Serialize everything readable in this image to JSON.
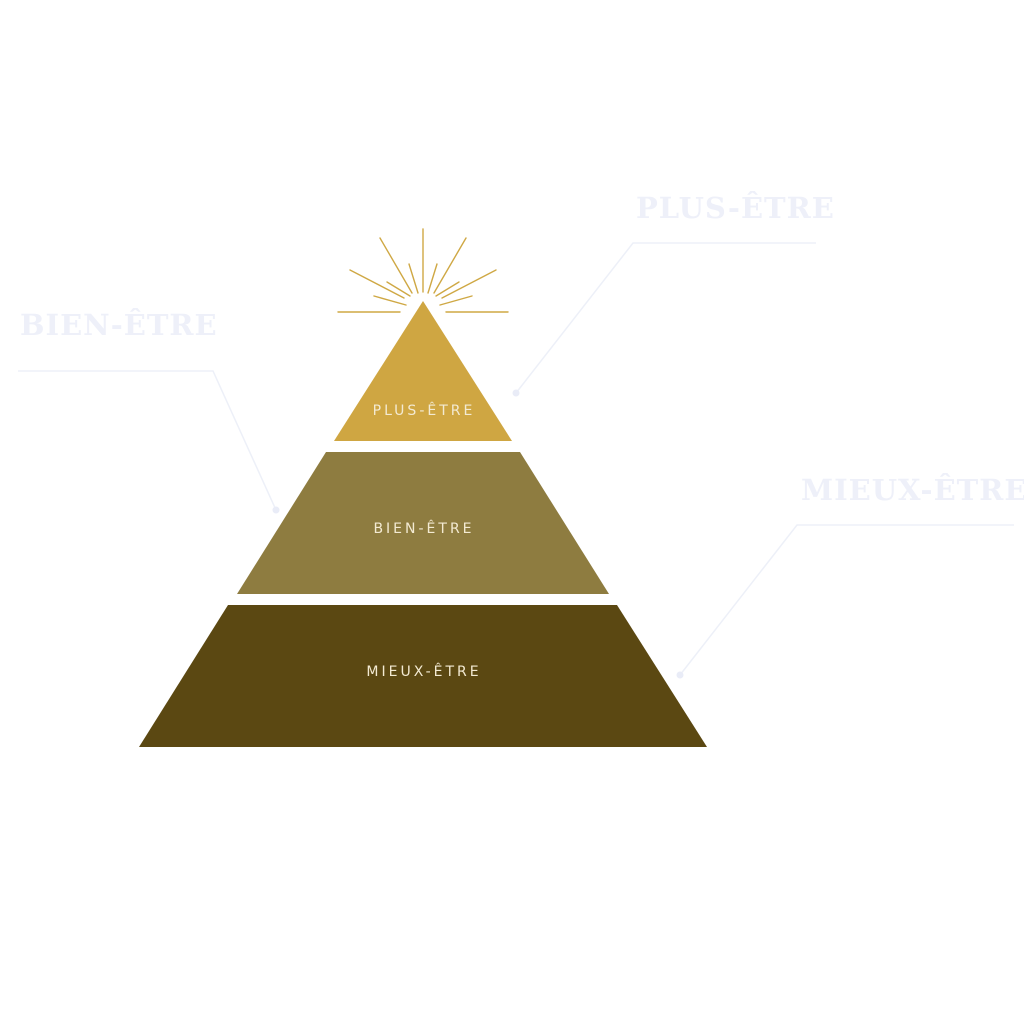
{
  "pyramid": {
    "tiers": [
      {
        "id": "top",
        "label": "PLUS-ÊTRE",
        "color": "#cfa642"
      },
      {
        "id": "middle",
        "label": "BIEN-ÊTRE",
        "color": "#8e7c40"
      },
      {
        "id": "bottom",
        "label": "MIEUX-ÊTRE",
        "color": "#5b4812"
      }
    ],
    "rays_color": "#cfa844"
  },
  "callouts": {
    "plus": {
      "label": "PLUS-ÊTRE"
    },
    "bien": {
      "label": "BIEN-ÊTRE"
    },
    "mieux": {
      "label": "MIEUX-ÊTRE"
    },
    "color": "#eef0f9"
  }
}
